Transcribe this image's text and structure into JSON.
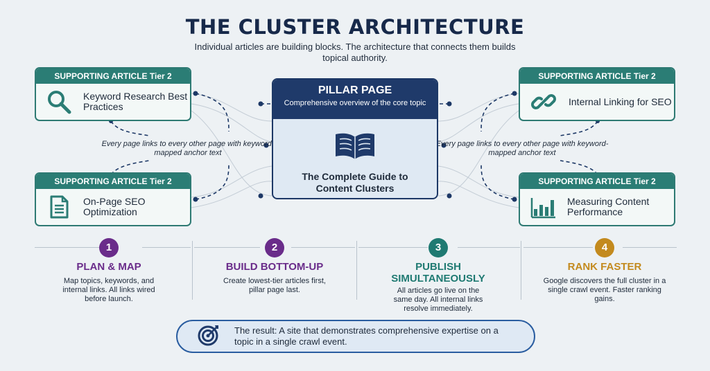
{
  "title": "THE CLUSTER ARCHITECTURE",
  "subtitle": "Individual articles are building blocks. The architecture that connects them builds topical authority.",
  "pillar": {
    "title": "PILLAR PAGE",
    "subtitle": "Comprehensive overview of the core topic",
    "guide": "The Complete Guide to Content Clusters",
    "icon": "open-book-icon"
  },
  "articles": [
    {
      "tier": "SUPPORTING ARTICLE Tier 2",
      "label": "Keyword Research Best Practices",
      "icon": "magnifier-icon"
    },
    {
      "tier": "SUPPORTING ARTICLE Tier 2",
      "label": "On-Page SEO Optimization",
      "icon": "document-icon"
    },
    {
      "tier": "SUPPORTING ARTICLE Tier 2",
      "label": "Internal Linking for SEO",
      "icon": "chain-link-icon"
    },
    {
      "tier": "SUPPORTING ARTICLE Tier 2",
      "label": "Measuring Content Performance",
      "icon": "bar-chart-icon"
    }
  ],
  "link_note": "Every page links to every other page with keyword-mapped anchor text",
  "steps": [
    {
      "num": "1",
      "title": "PLAN & MAP",
      "desc": "Map topics, keywords, and internal links. All links wired before launch.",
      "color": "#6a2c8a"
    },
    {
      "num": "2",
      "title": "BUILD BOTTOM-UP",
      "desc": "Create lowest-tier articles first, pillar page last.",
      "color": "#6a2c8a"
    },
    {
      "num": "3",
      "title": "PUBLISH SIMULTANEOUSLY",
      "desc": "All articles go live on the same day. All internal links resolve immediately.",
      "color": "#1f7a72"
    },
    {
      "num": "4",
      "title": "RANK FASTER",
      "desc": "Google discovers the full cluster in a single crawl event. Faster ranking gains.",
      "color": "#c38a1e"
    }
  ],
  "result": {
    "text": "The result: A site that demonstrates comprehensive expertise on a topic in a single crawl event.",
    "icon": "target-icon"
  },
  "colors": {
    "teal": "#2b7d75",
    "navy": "#1f3a6a",
    "purple": "#6a2c8a",
    "gold": "#c38a1e"
  }
}
